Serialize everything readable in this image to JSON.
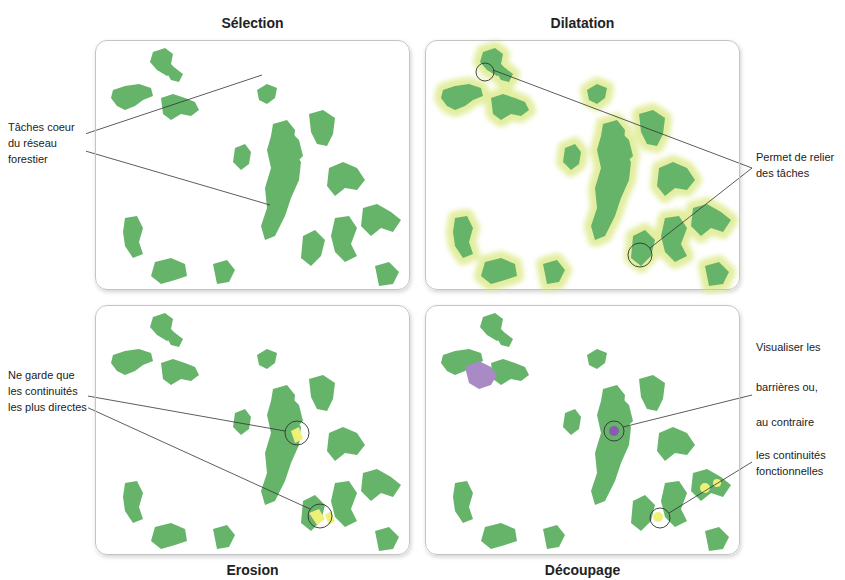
{
  "diagram": {
    "nodes": [
      {
        "text": [
          "Sélection"
        ]
      },
      {
        "text": [
          "Dilatation"
        ]
      },
      {
        "text": [
          "Erosion"
        ]
      },
      {
        "text": [
          "Découpage"
        ]
      }
    ],
    "labels": [
      "Tâches coeur du réseau forestier",
      "Permet de relier des tâches",
      "Ne garde que les continuités les plus directes",
      "Visualiser les",
      "barrières ou,",
      "au contraire",
      "les continuités fonctionnelles"
    ]
  }
}
